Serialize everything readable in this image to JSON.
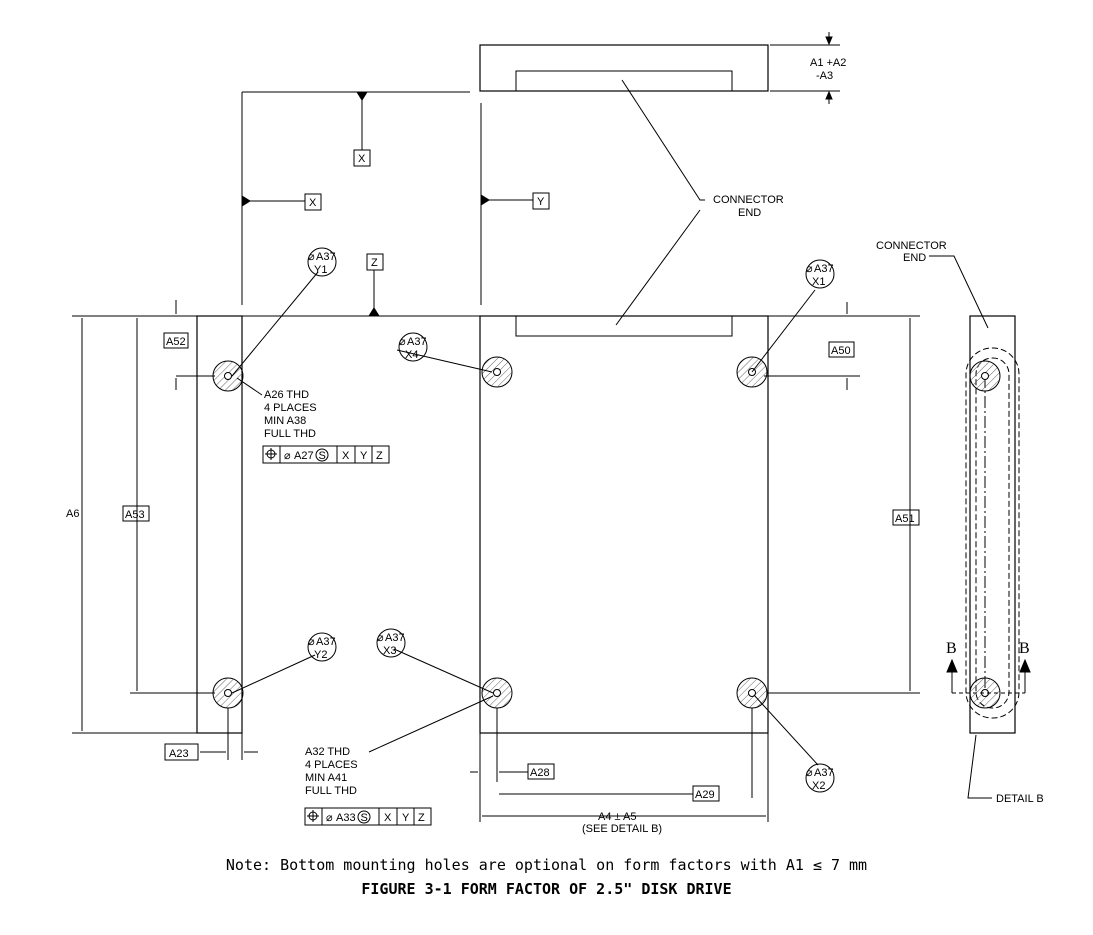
{
  "labels": {
    "a1_a2": "A1 +A2",
    "a3": "-A3",
    "connector_end_line1": "CONNECTOR",
    "connector_end_line2": "END",
    "x": "X",
    "y": "Y",
    "z": "Z",
    "a37": "A37",
    "y1": "Y1",
    "y2": "Y2",
    "x1": "X1",
    "x2": "X2",
    "x3": "X3",
    "x4": "X4",
    "a52": "A52",
    "a50": "A50",
    "a6": "A6",
    "a53": "A53",
    "a51": "A51",
    "a23": "A23",
    "a28": "A28",
    "a29": "A29",
    "a4_a5": "A4 ± A5",
    "see_detail_b": "(SEE DETAIL B)",
    "a26_thd": "A26 THD",
    "four_places": "4 PLACES",
    "min_a38": "MIN A38",
    "full_thd": "FULL THD",
    "a32_thd": "A32 THD",
    "min_a41": "MIN A41",
    "fcf_top_value": "A27",
    "fcf_bottom_value": "A33",
    "modifier_s": "S",
    "b": "B",
    "detail_b": "DETAIL B"
  },
  "caption": {
    "note": "Note: Bottom mounting holes are optional on form factors with A1 ≤ 7 mm",
    "title": "FIGURE 3-1 FORM FACTOR OF 2.5\" DISK DRIVE"
  }
}
